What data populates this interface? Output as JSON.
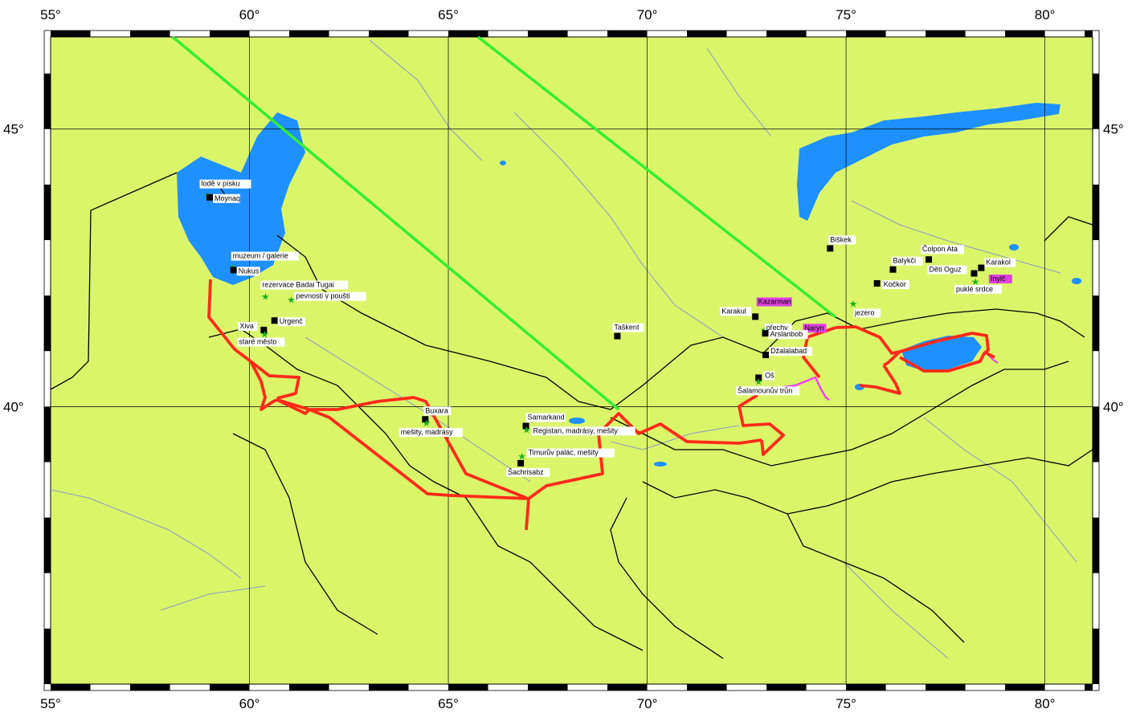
{
  "colors": {
    "land": "#dbf56b",
    "water": "#1e90ff",
    "route": "#ff2a1a",
    "flight": "#33ee33",
    "bus": "#ee44ee",
    "border": "#000000",
    "river": "#8c9cc4",
    "grid": "#000000"
  },
  "map": {
    "lon_range": [
      55,
      81.2
    ],
    "lat_range": [
      35.0,
      46.66
    ]
  },
  "axes": {
    "lon_labels": [
      "55°",
      "60°",
      "65°",
      "70°",
      "75°",
      "80°"
    ],
    "lat_labels": [
      "45°",
      "40°"
    ]
  },
  "places": [
    {
      "id": "lode-v-pisku",
      "label": "lodě v písku",
      "lon": 58.95,
      "lat": 43.8,
      "marker": "star"
    },
    {
      "id": "moynaq",
      "label": "Moynaq",
      "lon": 59.0,
      "lat": 43.77,
      "marker": "square"
    },
    {
      "id": "muzeum",
      "label": "muzeum / galerie",
      "lon": 59.58,
      "lat": 42.5,
      "marker": "star"
    },
    {
      "id": "nukus",
      "label": "Nukus",
      "lon": 59.6,
      "lat": 42.46,
      "marker": "square"
    },
    {
      "id": "badai-tugai",
      "label": "rezervace Badai Tugai",
      "lon": 60.4,
      "lat": 41.98,
      "marker": "star"
    },
    {
      "id": "pevnosti",
      "label": "pevnosti v poušti",
      "lon": 61.05,
      "lat": 41.92,
      "marker": "star"
    },
    {
      "id": "urgenc",
      "label": "Urgenč",
      "lon": 60.63,
      "lat": 41.55,
      "marker": "square"
    },
    {
      "id": "xiva",
      "label": "Xiva",
      "lon": 60.36,
      "lat": 41.38,
      "marker": "square"
    },
    {
      "id": "stare-mesto",
      "label": "staré město",
      "lon": 60.38,
      "lat": 41.3,
      "marker": "star"
    },
    {
      "id": "buxara",
      "label": "Buxara",
      "lon": 64.42,
      "lat": 39.77,
      "marker": "square"
    },
    {
      "id": "mesity-madrasy",
      "label": "mešity, madrásy",
      "lon": 64.45,
      "lat": 39.7,
      "marker": "star"
    },
    {
      "id": "samarkand",
      "label": "Samarkand",
      "lon": 66.95,
      "lat": 39.65,
      "marker": "square"
    },
    {
      "id": "registan",
      "label": "Registan, madrásy, mešity",
      "lon": 66.97,
      "lat": 39.58,
      "marker": "star"
    },
    {
      "id": "timuruv",
      "label": "Timurův palác, mešity",
      "lon": 66.85,
      "lat": 39.1,
      "marker": "star"
    },
    {
      "id": "sachrisabz",
      "label": "Šachrisabz",
      "lon": 66.82,
      "lat": 38.98,
      "marker": "square"
    },
    {
      "id": "taskent",
      "label": "Taškent",
      "lon": 69.25,
      "lat": 41.27,
      "marker": "square"
    },
    {
      "id": "biskek",
      "label": "Biškek",
      "lon": 74.6,
      "lat": 42.85,
      "marker": "square"
    },
    {
      "id": "kochkor",
      "label": "Kočkor",
      "lon": 75.78,
      "lat": 42.22,
      "marker": "square"
    },
    {
      "id": "jezero",
      "label": "jezero",
      "lon": 75.18,
      "lat": 41.85,
      "marker": "star"
    },
    {
      "id": "balykci",
      "label": "Balykči",
      "lon": 76.18,
      "lat": 42.47,
      "marker": "square"
    },
    {
      "id": "cholpon-ata",
      "label": "Čolpon Ata",
      "lon": 77.08,
      "lat": 42.65,
      "marker": "square"
    },
    {
      "id": "deti-oguz",
      "label": "Děti Oguz",
      "lon": 78.22,
      "lat": 42.4,
      "marker": "square"
    },
    {
      "id": "karakol-east",
      "label": "Karakol",
      "lon": 78.4,
      "lat": 42.5,
      "marker": "square"
    },
    {
      "id": "puklé-srdce",
      "label": "puklé srdce",
      "lon": 78.25,
      "lat": 42.25,
      "marker": "star"
    },
    {
      "id": "inylc",
      "label": "Inylč",
      "lon": 78.55,
      "lat": 42.35,
      "marker": "magenta-label"
    },
    {
      "id": "kazarman",
      "label": "Kazarman",
      "lon": 73.68,
      "lat": 41.85,
      "marker": "magenta-label"
    },
    {
      "id": "naryn",
      "label": "Naryn",
      "lon": 74.12,
      "lat": 41.52,
      "marker": "magenta-label"
    },
    {
      "id": "karakul",
      "label": "Karakul",
      "lon": 72.72,
      "lat": 41.62,
      "marker": "square"
    },
    {
      "id": "orechy",
      "label": "ořechy",
      "lon": 72.95,
      "lat": 41.38,
      "marker": "star"
    },
    {
      "id": "arslanbob",
      "label": "Arslanbob",
      "lon": 72.97,
      "lat": 41.32,
      "marker": "square"
    },
    {
      "id": "dzalalabad",
      "label": "Džalalabad",
      "lon": 72.98,
      "lat": 40.93,
      "marker": "square"
    },
    {
      "id": "os",
      "label": "Oš",
      "lon": 72.8,
      "lat": 40.52,
      "marker": "square"
    },
    {
      "id": "salamounuv",
      "label": "Šalamounův trůn",
      "lon": 72.8,
      "lat": 40.45,
      "marker": "star"
    }
  ]
}
